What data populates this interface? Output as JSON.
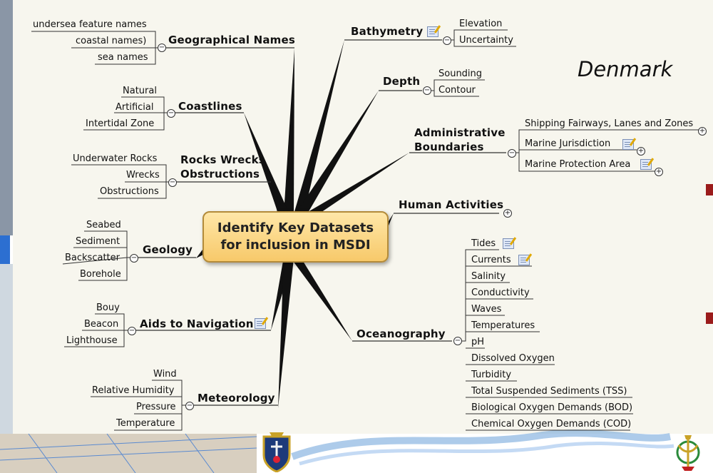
{
  "center": {
    "line1": "Identify Key Datasets",
    "line2": "for inclusion in MSDI"
  },
  "country": "Denmark",
  "branches": [
    {
      "label": "Geographical Names",
      "items": [
        "undersea feature names",
        "coastal names)",
        "sea names"
      ]
    },
    {
      "label": "Coastlines",
      "items": [
        "Natural",
        "Artificial",
        "Intertidal Zone"
      ]
    },
    {
      "label_line1": "Rocks Wrecks",
      "label_line2": "Obstructions",
      "items": [
        "Underwater Rocks",
        "Wrecks",
        "Obstructions"
      ]
    },
    {
      "label": "Geology",
      "items": [
        "Seabed",
        "Sediment",
        "Backscatter",
        "Borehole"
      ]
    },
    {
      "label": "Aids to Navigation",
      "items": [
        "Bouy",
        "Beacon",
        "Lighthouse"
      ]
    },
    {
      "label": "Meteorology",
      "items": [
        "Wind",
        "Relative Humidity",
        "Pressure",
        "Temperature"
      ]
    },
    {
      "label": "Bathymetry",
      "items": [
        "Elevation",
        "Uncertainty"
      ]
    },
    {
      "label": "Depth",
      "items": [
        "Sounding",
        "Contour"
      ]
    },
    {
      "label_line1": "Administrative",
      "label_line2": "Boundaries",
      "items": [
        "Shipping Fairways, Lanes and Zones",
        "Marine Jurisdiction",
        "Marine Protection Area"
      ]
    },
    {
      "label": "Human Activities",
      "items": []
    },
    {
      "label": "Oceanography",
      "items": [
        "Tides",
        "Currents",
        "Salinity",
        "Conductivity",
        "Waves",
        "Temperatures",
        "pH",
        "Dissolved Oxygen",
        "Turbidity",
        "Total Suspended Sediments (TSS)",
        "Biological Oxygen Demands (BOD)",
        "Chemical Oxygen Demands (COD)"
      ]
    }
  ],
  "colors": {
    "canvas": "#f7f6ee",
    "node": "#f7c96a",
    "spoke": "#111111",
    "accent": "#9b1b1b",
    "wave": "#6aa0d8"
  }
}
